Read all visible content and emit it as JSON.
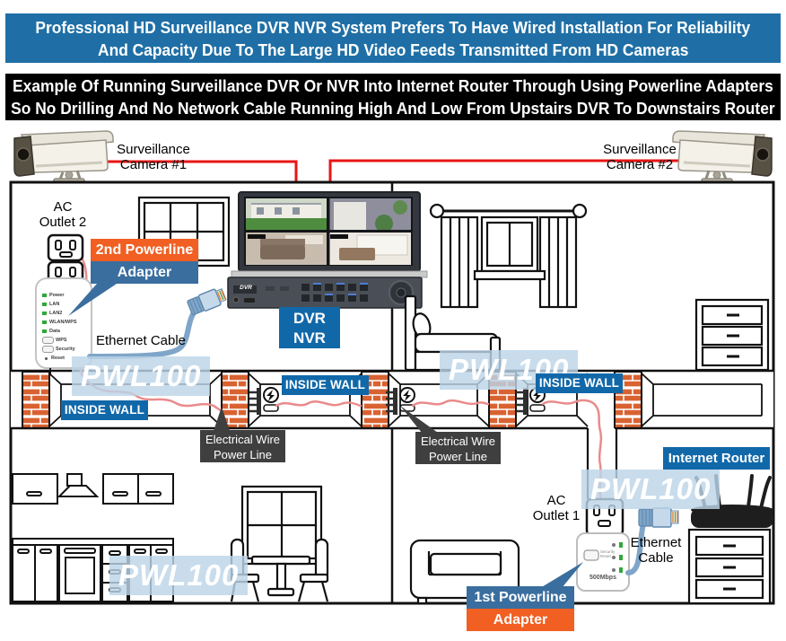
{
  "banners": {
    "top_line1": "Professional HD Surveillance DVR NVR System Prefers To Have Wired Installation For Reliability",
    "top_line2": "And Capacity Due To The Large HD Video Feeds Transmitted From HD Cameras",
    "sub_line1": "Example Of Running Surveillance DVR Or NVR Into Internet Router Through Using Powerline Adapters",
    "sub_line2": "So No Drilling And No Network Cable Running High And Low From Upstairs DVR To Downstairs Router"
  },
  "cameras": {
    "cam1_line1": "Surveillance",
    "cam1_line2": "Camera #1",
    "cam2_line1": "Surveillance",
    "cam2_line2": "Camera #2"
  },
  "upstairs": {
    "outlet_line1": "AC",
    "outlet_line2": "Outlet 2",
    "callout_line1": "2nd Powerline",
    "callout_line2": "Adapter",
    "ethernet_label": "Ethernet Cable",
    "dvr_line1": "DVR",
    "dvr_line2": "NVR",
    "dvr_logo": "DVR",
    "adapter_leds": [
      "Power",
      "LAN",
      "LAN2",
      "WLAN/WPS",
      "Data"
    ],
    "adapter_buttons": [
      "WPS",
      "Security",
      "Reset"
    ]
  },
  "wall": {
    "inside_wall": "INSIDE WALL",
    "wire_line1": "Electrical Wire",
    "wire_line2": "Power Line"
  },
  "downstairs": {
    "outlet_line1": "AC",
    "outlet_line2": "Outlet 1",
    "callout_line1": "1st Powerline",
    "callout_line2": "Adapter",
    "ethernet_line1": "Ethernet",
    "ethernet_line2": "Cable",
    "router_label": "Internet Router",
    "adapter_button": "Security Reset",
    "adapter_speed": "500Mbps"
  },
  "watermark": "PWL100",
  "colors": {
    "banner_blue": "#1F6FA6",
    "label_blue": "#1168A9",
    "callout_blue": "#3A6E9E",
    "orange": "#F15F22",
    "callout_gray": "#3F3F3F",
    "brick": "#D96231",
    "power_wire": "#E98B8B",
    "camera_cable_red": "#E81515",
    "ethernet_blue": "#7FA6C9",
    "led_green": "#2FA838",
    "watermark_bg": "#BCD4E8"
  }
}
